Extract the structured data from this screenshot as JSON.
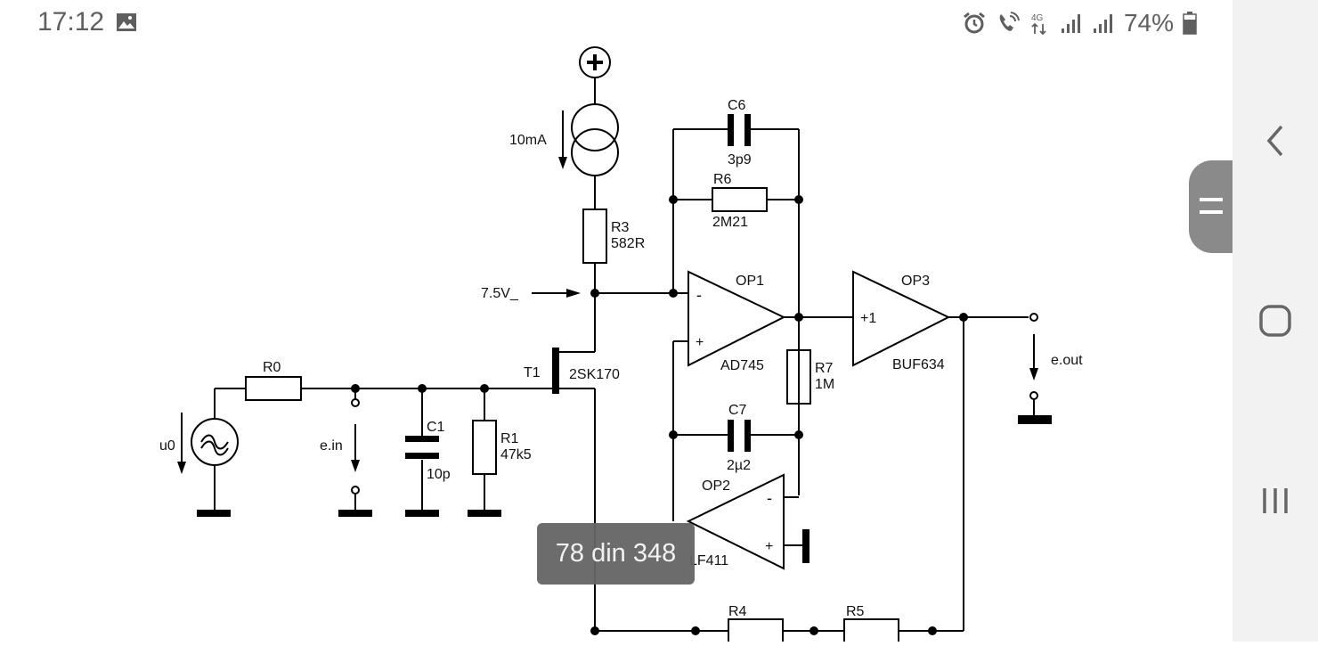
{
  "status_bar": {
    "time": "17:12",
    "battery_text": "74%",
    "network": "4G",
    "icons": [
      "gallery-icon",
      "alarm-icon",
      "wifi-calling-icon",
      "signal-icon",
      "signal-icon",
      "battery-icon"
    ]
  },
  "schematic": {
    "labels": {
      "supply": "10mA",
      "c6": "C6",
      "c6_val": "3p9",
      "r6": "R6",
      "r6_val": "2M21",
      "r3": "R3",
      "r3_val": "582R",
      "vref": "7.5V_",
      "op1": "OP1",
      "op1_minus": "-",
      "op1_plus": "+",
      "op1_part": "AD745",
      "op3": "OP3",
      "op3_gain": "+1",
      "op3_part": "BUF634",
      "eout": "e.out",
      "t1": "T1",
      "t1_part": "2SK170",
      "r0": "R0",
      "u0": "u0",
      "ein": "e.in",
      "c1": "C1",
      "c1_val": "10p",
      "r1": "R1",
      "r1_val": "47k5",
      "r7": "R7",
      "r7_val": "1M",
      "c7": "C7",
      "c7_val": "2µ2",
      "op2": "OP2",
      "op2_minus": "-",
      "op2_plus": "+",
      "op2_part": "LF411",
      "r4": "R4",
      "r5": "R5"
    }
  },
  "page_indicator": "78 din 348",
  "nav": {
    "back": "chevron-left-icon",
    "home": "home-icon",
    "recents": "recents-icon"
  }
}
